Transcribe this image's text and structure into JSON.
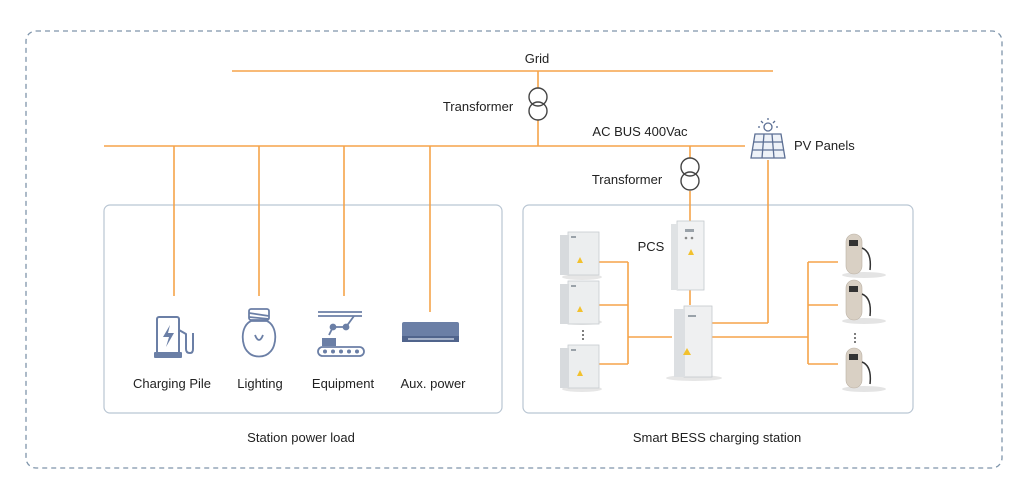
{
  "labels": {
    "grid": "Grid",
    "transformer_top": "Transformer",
    "ac_bus": "AC BUS 400Vac",
    "pv_panels": "PV Panels",
    "transformer_pcs": "Transformer",
    "pcs": "PCS"
  },
  "loads": [
    {
      "label": "Charging Pile",
      "icon": "charging-pile-icon"
    },
    {
      "label": "Lighting",
      "icon": "light-bulb-icon"
    },
    {
      "label": "Equipment",
      "icon": "robot-arm-conveyor-icon"
    },
    {
      "label": "Aux. power",
      "icon": "air-conditioner-icon"
    }
  ],
  "groups": {
    "station_power_load": "Station power load",
    "smart_bess": "Smart BESS charging station"
  },
  "colors": {
    "line": "#f5a34a",
    "frame_border": "#b9c6d3",
    "icon": "#6b7fa6",
    "cabinet": "#e9ecef"
  }
}
